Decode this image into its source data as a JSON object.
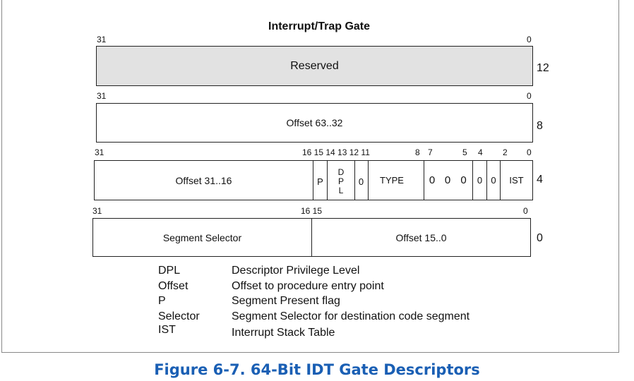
{
  "title": "Interrupt/Trap Gate",
  "rows": [
    {
      "bit_labels": [
        "31",
        "0"
      ],
      "cells": [
        "Reserved"
      ],
      "side": "12"
    },
    {
      "bit_labels": [
        "31",
        "0"
      ],
      "cells": [
        "Offset 63..32"
      ],
      "side": "8"
    },
    {
      "bit_labels": [
        "31",
        "16 15 14 13 12 11",
        "8",
        "7",
        "5",
        "4",
        "2",
        "0"
      ],
      "cells": [
        "Offset 31..16",
        "P",
        "D",
        "P",
        "L",
        "0",
        "TYPE",
        "0",
        "0",
        "0",
        "0",
        "0",
        "IST"
      ],
      "side": "4"
    },
    {
      "bit_labels": [
        "31",
        "16 15",
        "0"
      ],
      "cells": [
        "Segment Selector",
        "Offset 15..0"
      ],
      "side": "0"
    }
  ],
  "legend": [
    {
      "term": "DPL",
      "desc": "Descriptor Privilege Level"
    },
    {
      "term": "Offset",
      "desc": "Offset to procedure entry point"
    },
    {
      "term": "P",
      "desc": "Segment Present flag"
    },
    {
      "term": "Selector",
      "desc": "Segment Selector for destination code segment"
    },
    {
      "term": "IST",
      "desc": "Interrupt Stack Table"
    }
  ],
  "caption": "Figure 6-7.  64-Bit IDT Gate Descriptors"
}
